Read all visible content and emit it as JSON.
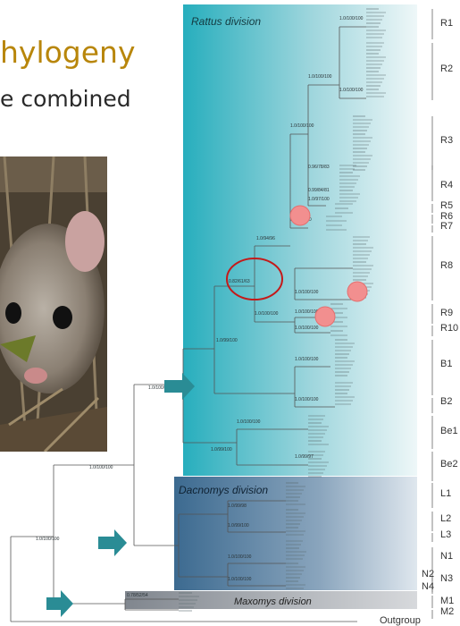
{
  "header": {
    "title": "hylogeny",
    "subtitle": "e combined"
  },
  "divisions": {
    "rattus": "Rattus division",
    "dacnomys": "Dacnomys division",
    "maxomys": "Maxomys division"
  },
  "clades": [
    "R1",
    "R2",
    "R3",
    "R4",
    "R5",
    "R6",
    "R7",
    "R8",
    "R9",
    "R10",
    "B1",
    "B2",
    "Be1",
    "Be2",
    "L1",
    "L2",
    "L3",
    "N1",
    "N2",
    "N3",
    "N4",
    "M1",
    "M2",
    "Outgroup"
  ],
  "node_labels": [
    "1.0/100/100",
    "1.0/100/100",
    "1.0/100/100",
    "1.0/100/100",
    "0.96/78/83",
    "0.99/84/81",
    "1.0/97/100",
    "1.0/99/100",
    "1.0/94/96",
    "0.82/61/63",
    "1.0/99/100",
    "1.0/100/100",
    "1.0/100/100",
    "1.0/100/100",
    "1.0/100/100",
    "1.0/100/100",
    "1.0/100/100",
    "1.0/100/100",
    "1.0/99/100",
    "1.0/99/97",
    "1.0/100/100",
    "1.0/100/100",
    "1.0/99/98",
    "1.0/99/100",
    "1.0/100/100",
    "1.0/100/100",
    "0.78/52/54",
    "1.0/100/100"
  ],
  "colors": {
    "title": "#b8860b",
    "rattus_bg": "#2fb6c6",
    "dacnomys_bg": "#3f6f94",
    "maxomys_bg": "#8b8f96",
    "arrow": "#2a8c95",
    "highlight_circle": "#f28f8f",
    "ring": "#c41a1a"
  },
  "icons": [
    "right-arrow-icon",
    "highlight-ring-icon",
    "node-marker-icon",
    "mouse-photo"
  ]
}
